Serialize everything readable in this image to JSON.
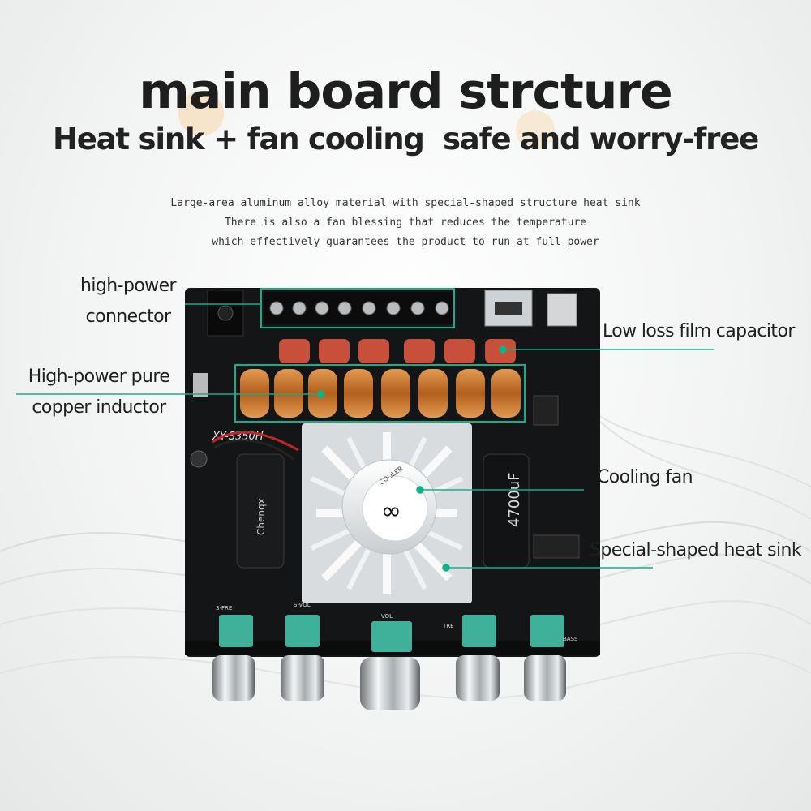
{
  "heading": {
    "title": "main board strcture",
    "subtitle": "Heat sink + fan cooling  safe and worry-free"
  },
  "description": [
    "Large-area aluminum alloy material with special-shaped structure heat sink",
    "There is also a fan blessing that reduces the temperature",
    "which effectively guarantees the product to run at full power"
  ],
  "callouts": {
    "connector": [
      "high-power",
      "connector"
    ],
    "capacitor": "Low loss film capacitor",
    "inductor": [
      "High-power pure",
      "copper inductor"
    ],
    "fan": "Cooling fan",
    "heatsink": "Special-shaped heat sink"
  },
  "board": {
    "model": "XY-S350H",
    "cap_left_text": "Chenqx",
    "cap_right_text": "4700uF",
    "fan_brand": "COOLER",
    "knob_labels": [
      "S-FRE",
      "S-VOL",
      "VOL",
      "TRE",
      "BASS"
    ]
  },
  "colors": {
    "accent": "#10b08a",
    "board": "#141516",
    "pot": "#3fb09a",
    "inductor_copper": "#c8742c",
    "film_cap": "#c8503a"
  }
}
